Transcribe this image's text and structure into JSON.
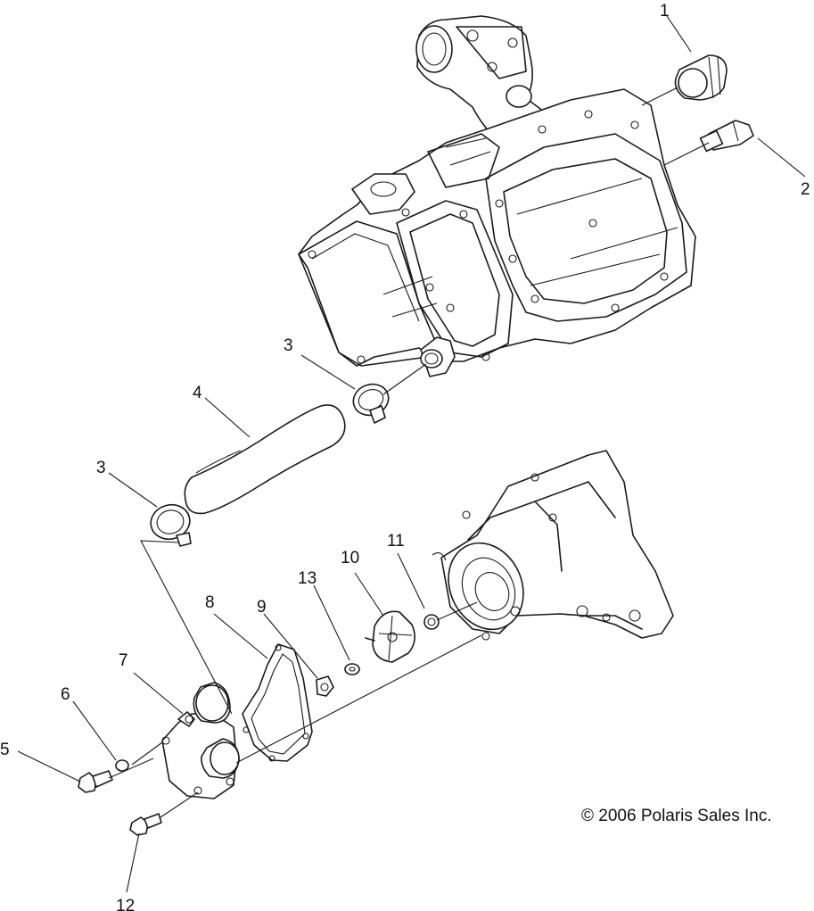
{
  "copyright": "© 2006 Polaris Sales Inc.",
  "callouts": [
    {
      "id": "1",
      "label": "1"
    },
    {
      "id": "2",
      "label": "2"
    },
    {
      "id": "3a",
      "label": "3"
    },
    {
      "id": "3b",
      "label": "3"
    },
    {
      "id": "4",
      "label": "4"
    },
    {
      "id": "5",
      "label": "5"
    },
    {
      "id": "6",
      "label": "6"
    },
    {
      "id": "7",
      "label": "7"
    },
    {
      "id": "8",
      "label": "8"
    },
    {
      "id": "9",
      "label": "9"
    },
    {
      "id": "10",
      "label": "10"
    },
    {
      "id": "11",
      "label": "11"
    },
    {
      "id": "12",
      "label": "12"
    },
    {
      "id": "13",
      "label": "13"
    }
  ]
}
